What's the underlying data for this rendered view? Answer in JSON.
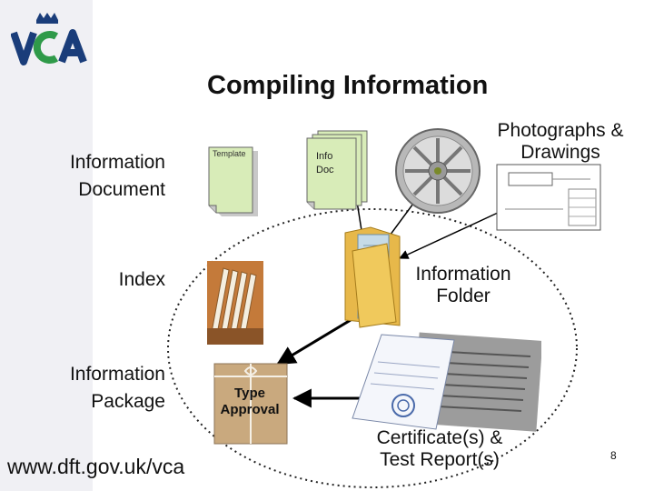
{
  "slide": {
    "title": "Compiling Information",
    "url": "www.dft.gov.uk/vca",
    "page_number": "8"
  },
  "logo": {
    "text": "VCA",
    "color_green": "#2f9a49",
    "color_blue": "#1a3d7a"
  },
  "labels": {
    "information_document": "Information\nDocument",
    "index": "Index",
    "information_package": "Information\nPackage",
    "photographs_drawings": "Photographs &\nDrawings",
    "information_folder": "Information\nFolder",
    "certificates_reports": "Certificate(s) &\nTest Report(s)"
  },
  "documents": {
    "template": "Template",
    "info_doc": "Info\nDoc",
    "type_approval": "Type\nApproval"
  },
  "colors": {
    "doc_fill": "#e6f2c6",
    "folder": "#e7b84a",
    "envelope": "#c9a97e"
  }
}
